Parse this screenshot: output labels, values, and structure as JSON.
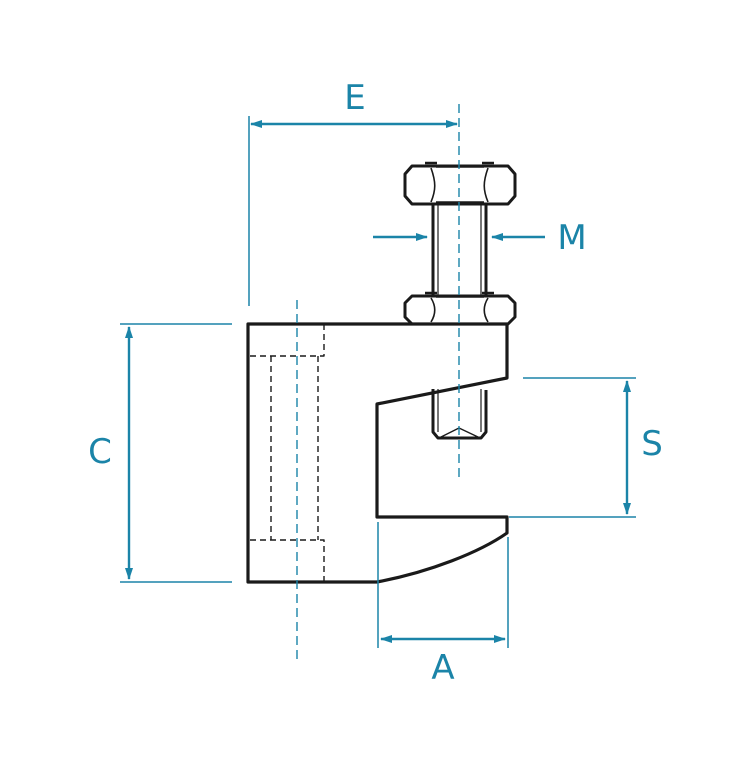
{
  "colors": {
    "part_outline": "#1a1a1a",
    "dimension": "#1b84a8",
    "background": "#ffffff"
  },
  "labels": {
    "e": "E",
    "m": "M",
    "c": "C",
    "s": "S",
    "a": "A"
  }
}
